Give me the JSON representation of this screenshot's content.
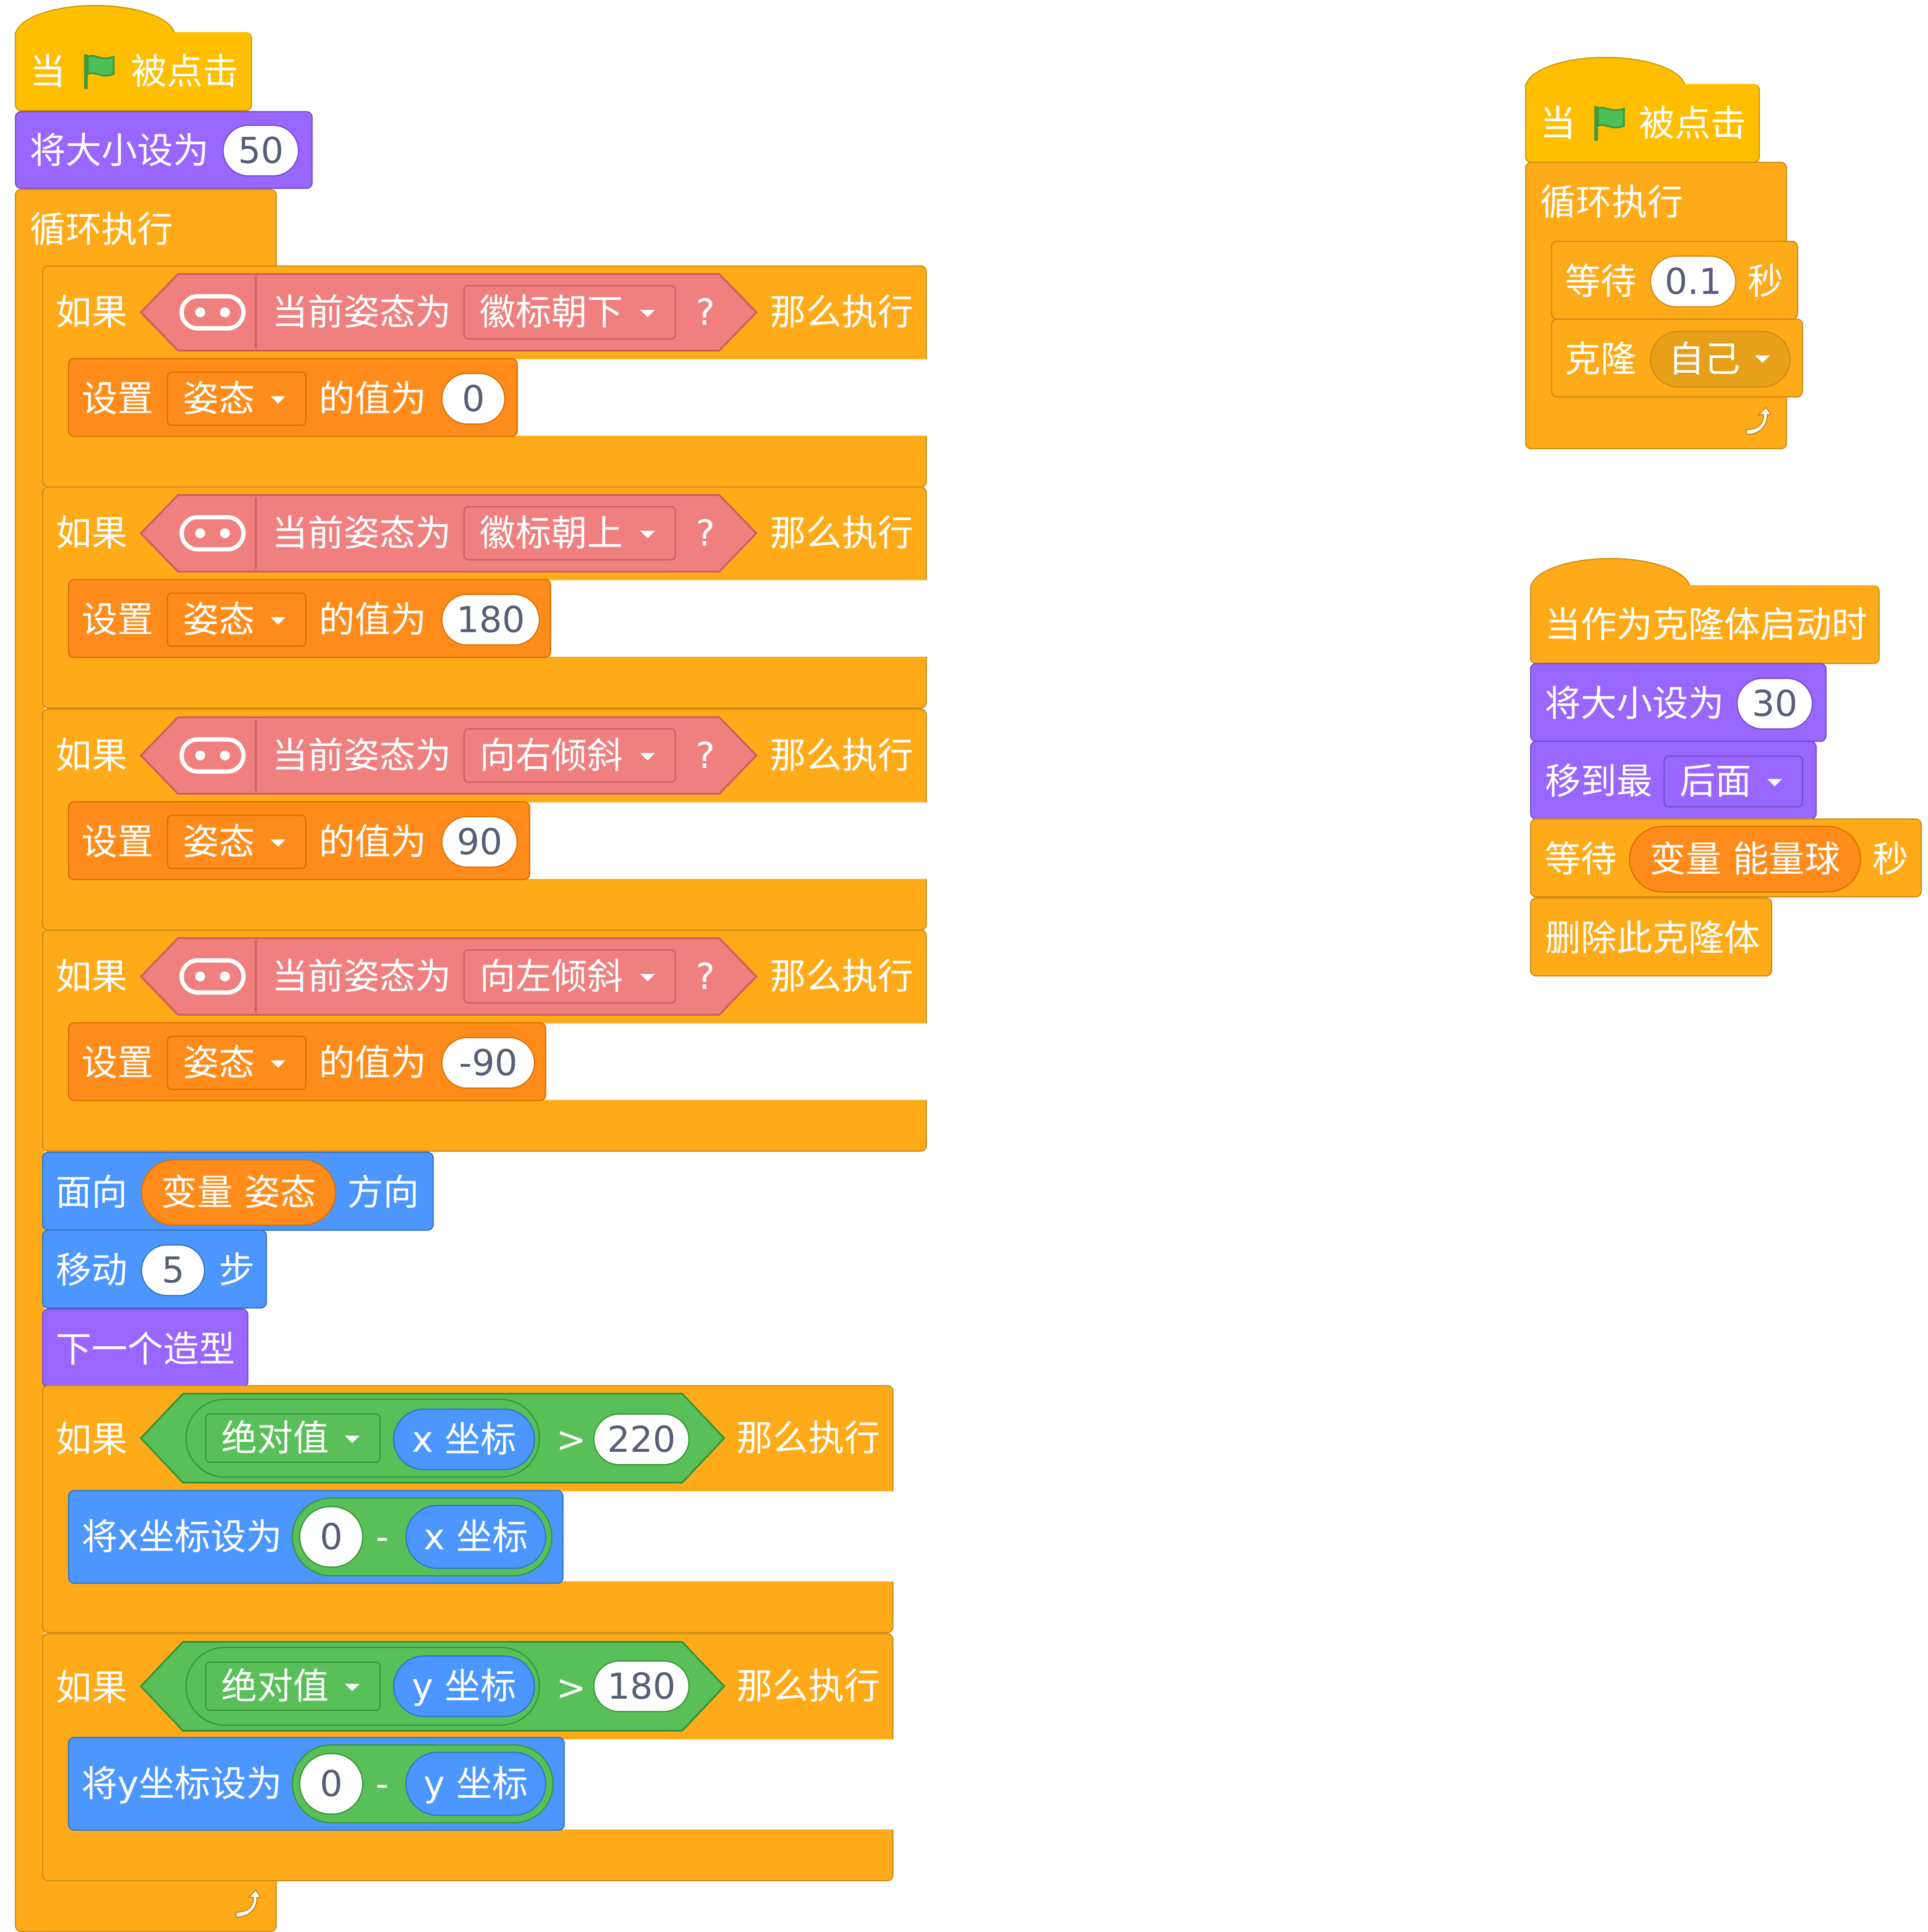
{
  "script1": {
    "hat": {
      "when": "当",
      "clicked": "被点击"
    },
    "set_size": {
      "label": "将大小设为",
      "value": "50"
    },
    "forever": {
      "label": "循环执行"
    },
    "ifs": [
      {
        "if": "如果",
        "sensor": "当前姿态为",
        "option": "徽标朝下",
        "q": "?",
        "then": "那么执行",
        "set": "设置",
        "var": "姿态",
        "to": "的值为",
        "value": "0"
      },
      {
        "if": "如果",
        "sensor": "当前姿态为",
        "option": "徽标朝上",
        "q": "?",
        "then": "那么执行",
        "set": "设置",
        "var": "姿态",
        "to": "的值为",
        "value": "180"
      },
      {
        "if": "如果",
        "sensor": "当前姿态为",
        "option": "向右倾斜",
        "q": "?",
        "then": "那么执行",
        "set": "设置",
        "var": "姿态",
        "to": "的值为",
        "value": "90"
      },
      {
        "if": "如果",
        "sensor": "当前姿态为",
        "option": "向左倾斜",
        "q": "?",
        "then": "那么执行",
        "set": "设置",
        "var": "姿态",
        "to": "的值为",
        "value": "-90"
      }
    ],
    "point": {
      "label": "面向",
      "var": "变量 姿态",
      "suffix": "方向"
    },
    "move": {
      "label": "移动",
      "value": "5",
      "suffix": "步"
    },
    "next_costume": {
      "label": "下一个造型"
    },
    "edge_x": {
      "if": "如果",
      "abs": "绝对值",
      "rep": "x 坐标",
      "op": ">",
      "value": "220",
      "then": "那么执行",
      "set_label": "将x坐标设为",
      "zero": "0",
      "minus": "-",
      "rep2": "x 坐标"
    },
    "edge_y": {
      "if": "如果",
      "abs": "绝对值",
      "rep": "y 坐标",
      "op": ">",
      "value": "180",
      "then": "那么执行",
      "set_label": "将y坐标设为",
      "zero": "0",
      "minus": "-",
      "rep2": "y 坐标"
    }
  },
  "script2": {
    "hat": {
      "when": "当",
      "clicked": "被点击"
    },
    "forever": {
      "label": "循环执行"
    },
    "wait": {
      "label": "等待",
      "value": "0.1",
      "suffix": "秒"
    },
    "clone": {
      "label": "克隆",
      "option": "自己"
    }
  },
  "script3": {
    "hat": {
      "label": "当作为克隆体启动时"
    },
    "set_size": {
      "label": "将大小设为",
      "value": "30"
    },
    "go_to": {
      "label": "移到最",
      "option": "后面"
    },
    "wait": {
      "label": "等待",
      "var": "变量 能量球",
      "suffix": "秒"
    },
    "delete": {
      "label": "删除此克隆体"
    }
  },
  "colors": {
    "control": "#FFAB19",
    "events": "#FFBF00",
    "looks": "#9966FF",
    "motion": "#4C97FF",
    "variables": "#FF8C1A",
    "operators": "#59C059",
    "extension": "#F08080",
    "flag": "#4CBF56"
  },
  "icons": {
    "flag": "green-flag-icon",
    "loop": "loop-arrow-icon",
    "microbit": "microbit-icon",
    "caret": "dropdown-caret-icon"
  }
}
